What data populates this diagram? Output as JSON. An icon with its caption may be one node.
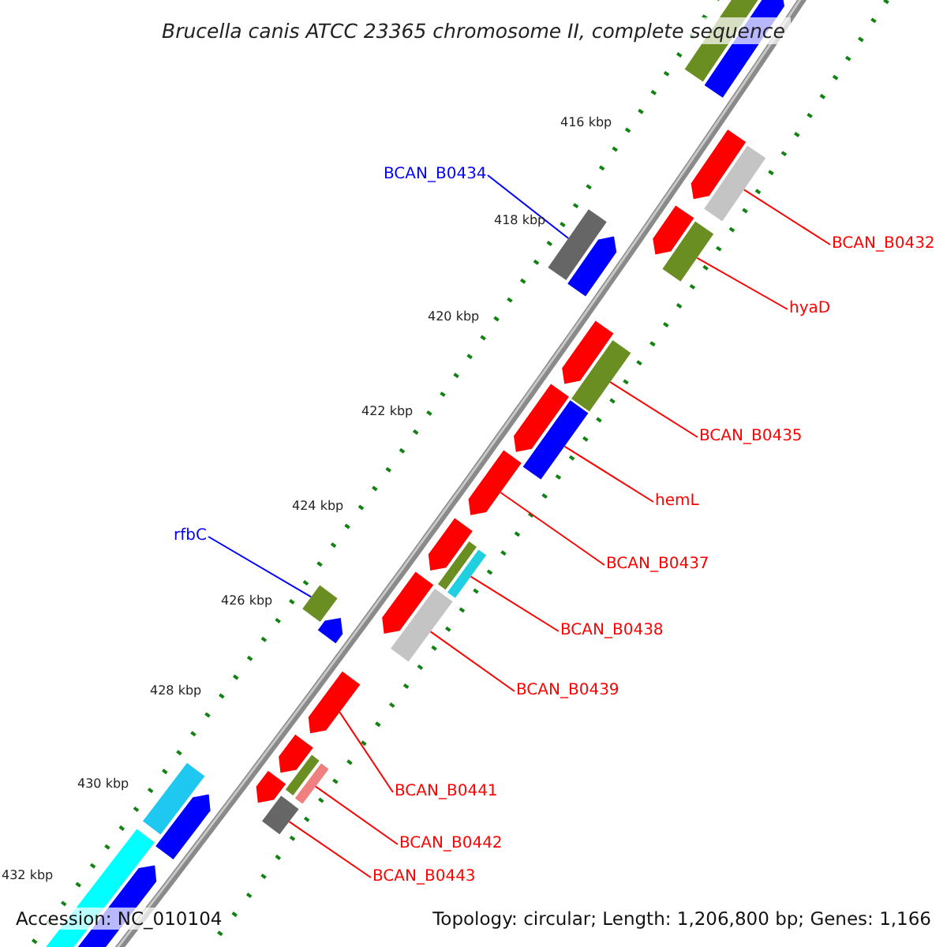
{
  "diagram": {
    "title": "Brucella canis ATCC 23365 chromosome II, complete sequence",
    "nodes": [
      {
        "text": [
          "BCAN_B0434"
        ]
      },
      {
        "text": [
          "BCAN_B0432"
        ]
      },
      {
        "text": [
          "hyaD"
        ]
      },
      {
        "text": [
          "BCAN_B0435"
        ]
      },
      {
        "text": [
          "hemL"
        ]
      },
      {
        "text": [
          "rfbC"
        ]
      },
      {
        "text": [
          "BCAN_B0437"
        ]
      },
      {
        "text": [
          "BCAN_B0438"
        ]
      },
      {
        "text": [
          "BCAN_B0439"
        ]
      },
      {
        "text": [
          "BCAN_B0441"
        ]
      },
      {
        "text": [
          "BCAN_B0442"
        ]
      },
      {
        "text": [
          "BCAN_B0443"
        ]
      },
      {
        "text": [],
        "shape": "bar"
      },
      {
        "text": [],
        "shape": "bar"
      },
      {
        "text": [],
        "shape": "bar"
      },
      {
        "text": [],
        "shape": "bar"
      },
      {
        "text": [],
        "shape": "bar"
      },
      {
        "text": [],
        "shape": "bar"
      },
      {
        "text": [],
        "shape": "bar"
      },
      {
        "text": [],
        "shape": "bar"
      },
      {
        "text": [],
        "shape": "bar"
      },
      {
        "text": [],
        "shape": "bar"
      },
      {
        "text": [],
        "shape": "bar"
      },
      {
        "text": [],
        "shape": "bar"
      }
    ],
    "edges": [
      {
        "from": 0,
        "to": 12,
        "arrow": "none",
        "color": "#0000ff"
      },
      {
        "from": 1,
        "to": 13,
        "arrow": "none"
      },
      {
        "from": 2,
        "to": 14,
        "arrow": "none"
      },
      {
        "from": 3,
        "to": 15,
        "arrow": "none"
      },
      {
        "from": 4,
        "to": 16,
        "arrow": "none"
      },
      {
        "from": 5,
        "to": 17,
        "arrow": "none",
        "color": "#0000ff"
      },
      {
        "from": 6,
        "to": 18,
        "arrow": "none"
      },
      {
        "from": 7,
        "to": 19,
        "arrow": "none"
      },
      {
        "from": 8,
        "to": 20,
        "arrow": "none"
      },
      {
        "from": 9,
        "to": 21,
        "arrow": "none"
      },
      {
        "from": 10,
        "to": 22,
        "arrow": "none"
      },
      {
        "from": 11,
        "to": 23,
        "arrow": "none"
      }
    ],
    "labels": [
      "416 kbp",
      "418 kbp",
      "420 kbp",
      "422 kbp",
      "424 kbp",
      "426 kbp",
      "428 kbp",
      "430 kbp",
      "432 kbp",
      "Accession: NC_010104",
      "Topology: circular; Length: 1,206,800 bp; Genes: 1,166"
    ]
  }
}
